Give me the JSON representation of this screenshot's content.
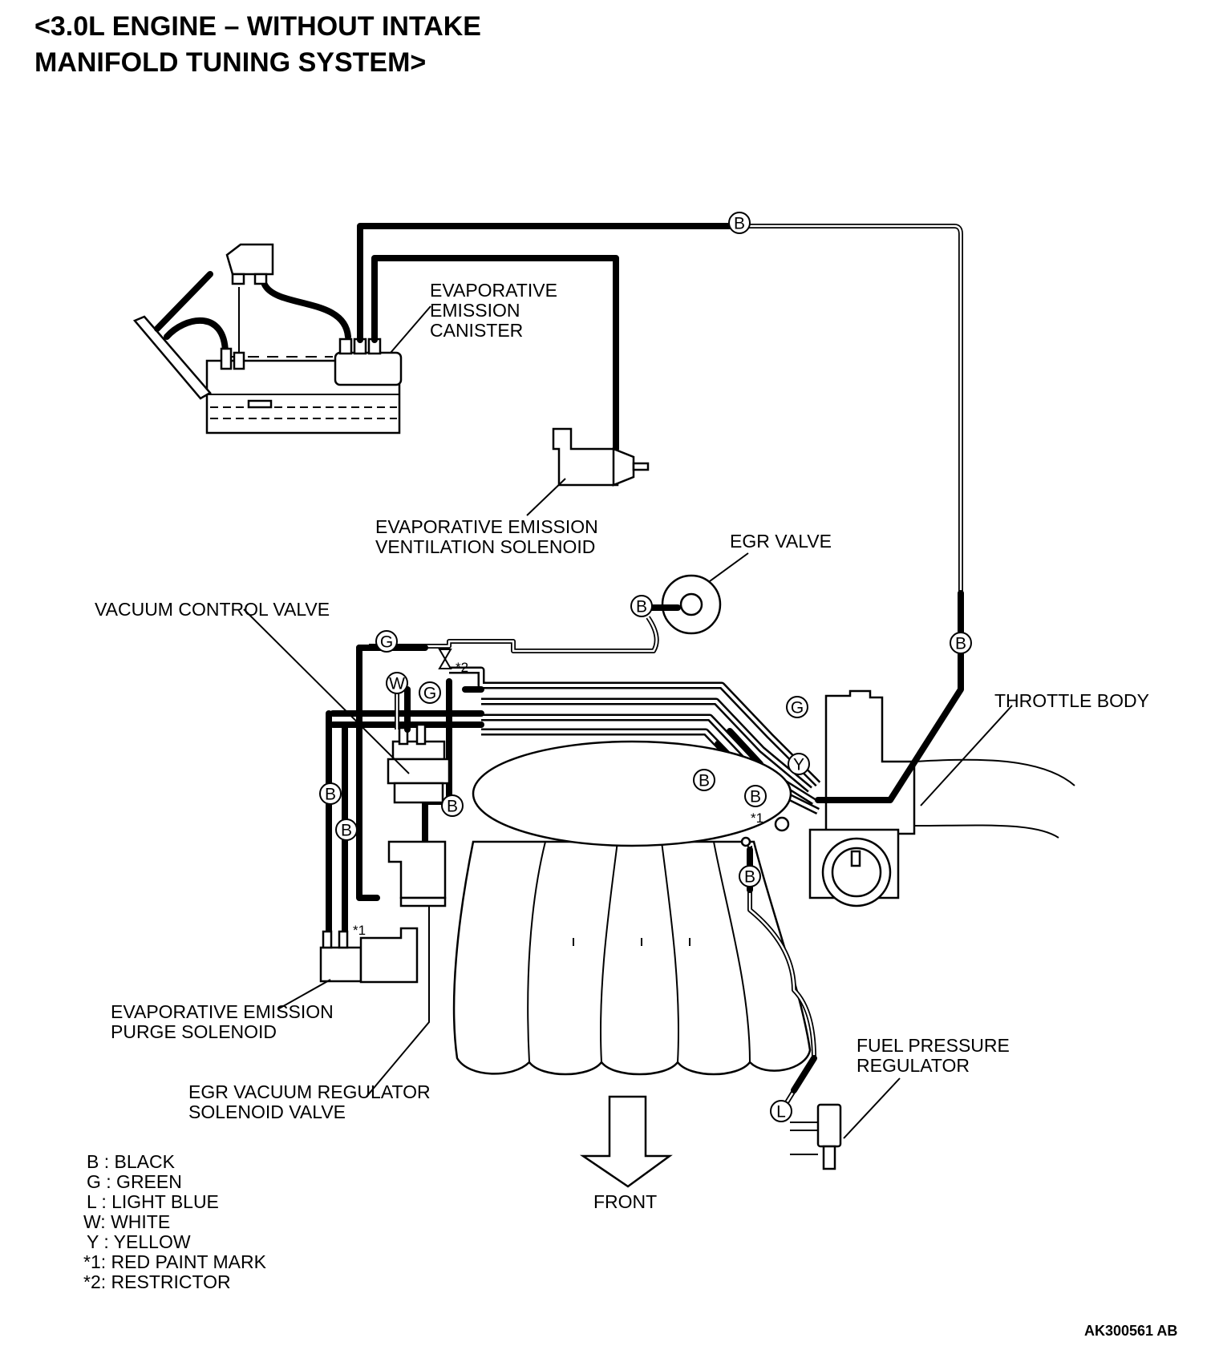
{
  "title": {
    "line1": "<3.0L ENGINE – WITHOUT INTAKE",
    "line2": "MANIFOLD TUNING SYSTEM>"
  },
  "components": {
    "canister": [
      "EVAPORATIVE",
      "EMISSION",
      "CANISTER"
    ],
    "ventilation_solenoid": [
      "EVAPORATIVE EMISSION",
      "VENTILATION SOLENOID"
    ],
    "egr_valve": "EGR VALVE",
    "vacuum_control_valve": "VACUUM CONTROL VALVE",
    "throttle_body": "THROTTLE BODY",
    "purge_solenoid": [
      "EVAPORATIVE EMISSION",
      "PURGE SOLENOID"
    ],
    "egr_vacuum_regulator": [
      "EGR VACUUM REGULATOR",
      "SOLENOID VALVE"
    ],
    "fuel_pressure_regulator": [
      "FUEL PRESSURE",
      "REGULATOR"
    ],
    "front": "FRONT"
  },
  "hose_tags": {
    "b": "B",
    "g": "G",
    "w": "W",
    "y": "Y",
    "l": "L"
  },
  "marks": {
    "red_paint": "*1",
    "restrictor": "*2"
  },
  "legend": [
    "B : BLACK",
    "G : GREEN",
    "L : LIGHT BLUE",
    "W: WHITE",
    "Y : YELLOW",
    "*1: RED PAINT MARK",
    "*2: RESTRICTOR"
  ],
  "figure_code": "AK300561 AB"
}
